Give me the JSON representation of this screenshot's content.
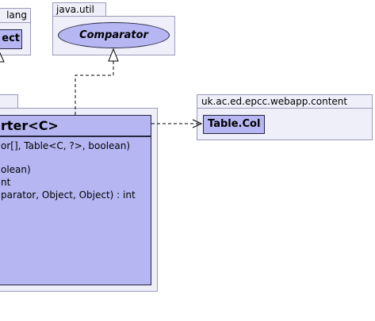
{
  "packages": {
    "java_lang": {
      "label": "lang"
    },
    "java_util": {
      "label": "java.util"
    },
    "outer": {
      "label": ""
    },
    "content": {
      "label": "uk.ac.ed.epcc.webapp.content"
    }
  },
  "classes": {
    "object": {
      "label": "ect"
    },
    "comparator": {
      "label": "Comparator",
      "stereotype": "interface"
    },
    "sorter": {
      "label": "rter<C>"
    },
    "table_col": {
      "label": "Table.Col"
    }
  },
  "members": [
    "or[], Table<C, ?>, boolean)",
    "olean)",
    "nt",
    "parator, Object, Object) : int"
  ],
  "colors": {
    "package_fill": "#efeffa",
    "package_border": "#9a9ab8",
    "class_fill": "#b6b6f3",
    "class_border": "#262640"
  }
}
